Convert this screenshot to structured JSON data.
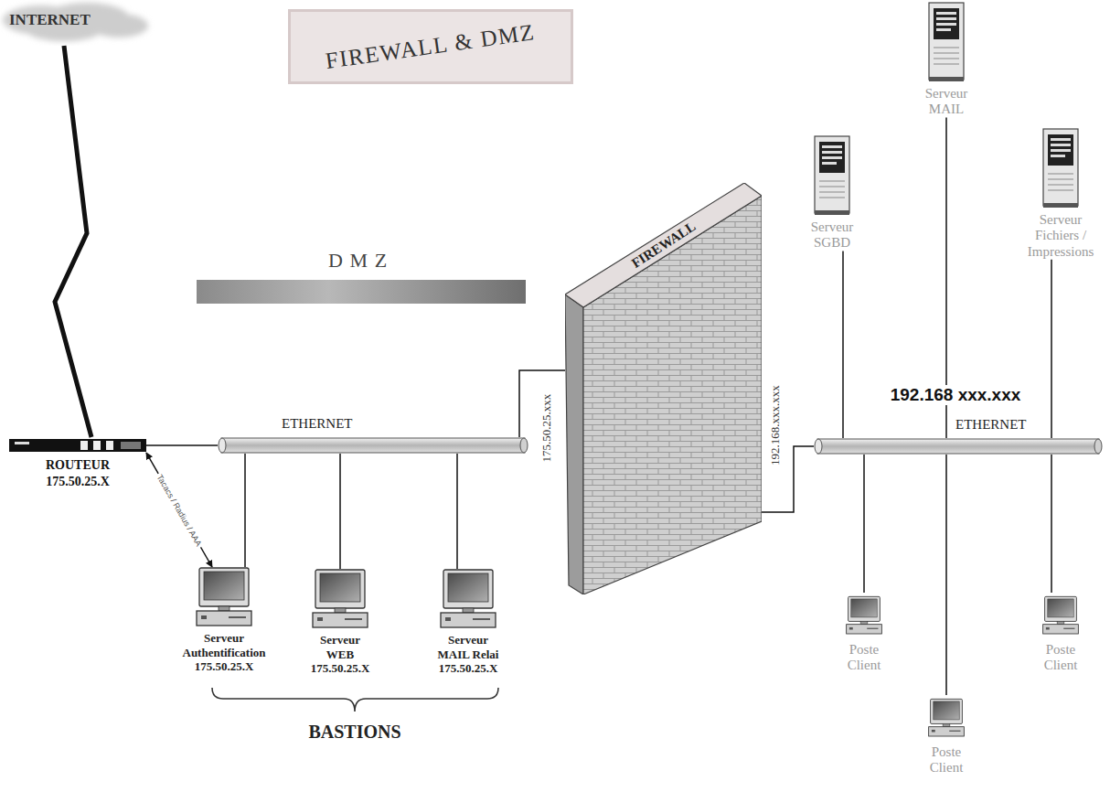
{
  "diagram": {
    "title": "FIREWALL & DMZ",
    "nodes": [
      {
        "text": [
          "INTERNET"
        ]
      },
      {
        "text": [
          "DMZ"
        ]
      },
      {
        "text": [
          "ROUTEUR 175.50.25.X"
        ]
      },
      {
        "text": [
          "ETHERNET"
        ]
      },
      {
        "text": [
          "FIREWALL"
        ]
      },
      {
        "text": [
          "ETHERNET"
        ]
      },
      {
        "text": [
          "Serveur SGBD"
        ]
      },
      {
        "text": [
          "Serveur MAIL"
        ]
      },
      {
        "text": [
          "Serveur Fichiers / Impressions"
        ]
      },
      {
        "text": [
          "Serveur Authentification 175.50.25.X"
        ]
      },
      {
        "text": [
          "Serveur WEB 175.50.25.X"
        ]
      },
      {
        "text": [
          "Serveur MAIL Relai 175.50.25.X"
        ]
      },
      {
        "text": [
          "Poste Client"
        ]
      },
      {
        "text": [
          "Poste Client"
        ]
      },
      {
        "text": [
          "Poste Client"
        ]
      }
    ],
    "edges": [
      {
        "from": 0,
        "to": 2,
        "arrow": "none"
      },
      {
        "from": 2,
        "to": 3,
        "arrow": "none"
      },
      {
        "from": 2,
        "to": 9,
        "label": "Tacacs / Radius / AAA",
        "arrow": "both"
      },
      {
        "from": 3,
        "to": 9,
        "arrow": "none"
      },
      {
        "from": 3,
        "to": 10,
        "arrow": "none"
      },
      {
        "from": 3,
        "to": 11,
        "arrow": "none"
      },
      {
        "from": 3,
        "to": 4,
        "arrow": "none"
      },
      {
        "from": 4,
        "to": 5,
        "arrow": "none"
      },
      {
        "from": 6,
        "to": 5,
        "arrow": "none"
      },
      {
        "from": 7,
        "to": 5,
        "arrow": "none"
      },
      {
        "from": 8,
        "to": 5,
        "arrow": "none"
      },
      {
        "from": 12,
        "to": 5,
        "arrow": "none"
      },
      {
        "from": 13,
        "to": 5,
        "arrow": "none"
      },
      {
        "from": 14,
        "to": 5,
        "arrow": "none"
      }
    ],
    "labels": [
      "175.50.25.xxx",
      "192.168.xxx.xxx",
      "192.168 xxx.xxx",
      "BASTIONS"
    ]
  }
}
